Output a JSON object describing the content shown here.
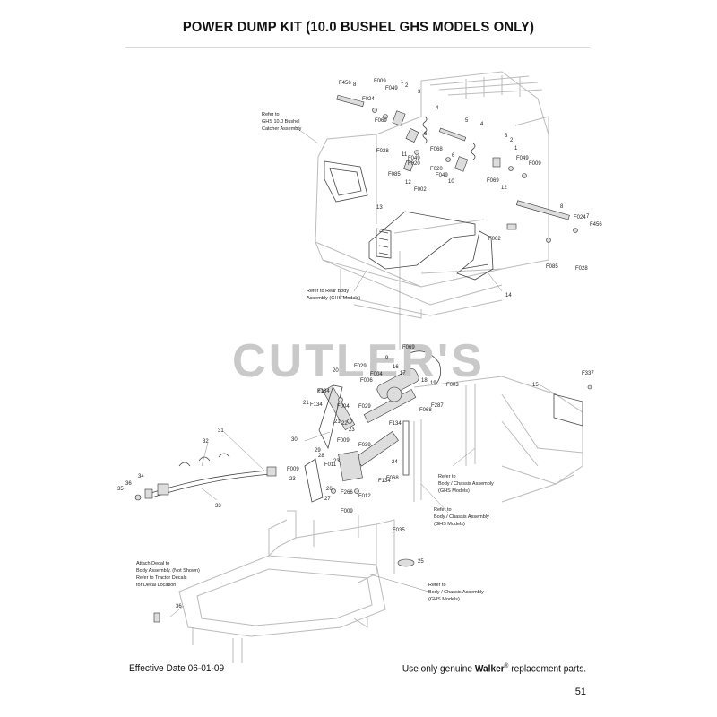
{
  "page": {
    "title": "POWER DUMP KIT (10.0 BUSHEL GHS MODELS ONLY)",
    "watermark": "CUTLER'S",
    "effective_date": "Effective Date 06-01-09",
    "footer_prefix": "Use only genuine ",
    "footer_brand": "Walker",
    "footer_reg": "®",
    "footer_suffix": " replacement parts.",
    "page_number": "51"
  },
  "notes": {
    "catcher_1": "Refer to",
    "catcher_2": "GHS 10.0 Bushel",
    "catcher_3": "Catcher Assembly",
    "rearbody_1": "Refer to Rear Body",
    "rearbody_2": "Assembly (GHS Models)",
    "chassis_a_1": "Refer to",
    "chassis_a_2": "Body / Chassis Assembly",
    "chassis_a_3": "(GHS Models)",
    "chassis_b_1": "Refer to",
    "chassis_b_2": "Body / Chassis Assembly",
    "chassis_b_3": "(GHS Models)",
    "chassis_c_1": "Refer to",
    "chassis_c_2": "Body / Chassis Assembly",
    "chassis_c_3": "(GHS Models)",
    "decal_1": "Attach Decal to",
    "decal_2": "Body Assembly. (Not Shown)",
    "decal_3": "Refer to Tractor Decals",
    "decal_4": "for Decal Location"
  },
  "labels": {
    "f456a": "F456",
    "l8a": "8",
    "f009a": "F009",
    "f049a": "F049",
    "l1a": "1",
    "l2a": "2",
    "f024a": "F024",
    "l3a": "3",
    "f069a": "F069",
    "l5a": "5",
    "l4a": "4",
    "l6a": "6",
    "f068a": "F068",
    "l4b": "4",
    "l3b": "3",
    "l2b": "2",
    "l1b": "1",
    "f028a": "F028",
    "f049b": "F049",
    "f020a": "F020",
    "l6b": "6",
    "l11a": "11",
    "f049c": "F049",
    "f009b": "F009",
    "f085a": "F085",
    "f020b": "F020",
    "f049d": "F049",
    "l10a": "10",
    "l12a": "12",
    "f002a": "F002",
    "f069b": "F069",
    "l12b": "12",
    "l13": "13",
    "l8b": "8",
    "l7": "7",
    "f024b": "F024",
    "f456b": "F456",
    "f002b": "F002",
    "f085b": "F085",
    "f028b": "F028",
    "l14": "14",
    "f069c": "F069",
    "l9": "9",
    "l20": "20",
    "f029a": "F029",
    "l16": "16",
    "f004a": "F004",
    "l17": "17",
    "l18": "18",
    "l19": "19",
    "f003": "F003",
    "f134a": "F134",
    "f006": "F006",
    "f287": "F287",
    "l15": "15",
    "f337": "F337",
    "l21a": "21",
    "f134b": "F134",
    "f004b": "F004",
    "f029b": "F029",
    "l22": "22",
    "l21b": "21",
    "f068b": "F068",
    "l23a": "23",
    "f134c": "F134",
    "l30": "30",
    "l31": "31",
    "f009c": "F009",
    "l29": "29",
    "l28": "28",
    "f039": "F039",
    "l32": "32",
    "f011": "F011",
    "l23b": "23",
    "l24": "24",
    "f009d": "F009",
    "f068c": "F068",
    "f134d": "F134",
    "l34": "34",
    "l23c": "23",
    "l26": "26",
    "f266": "F266",
    "f012": "F012",
    "l35": "35",
    "l36a": "36",
    "l33": "33",
    "l27": "27",
    "f009e": "F009",
    "f035": "F035",
    "l25": "25",
    "l36b": "36"
  }
}
